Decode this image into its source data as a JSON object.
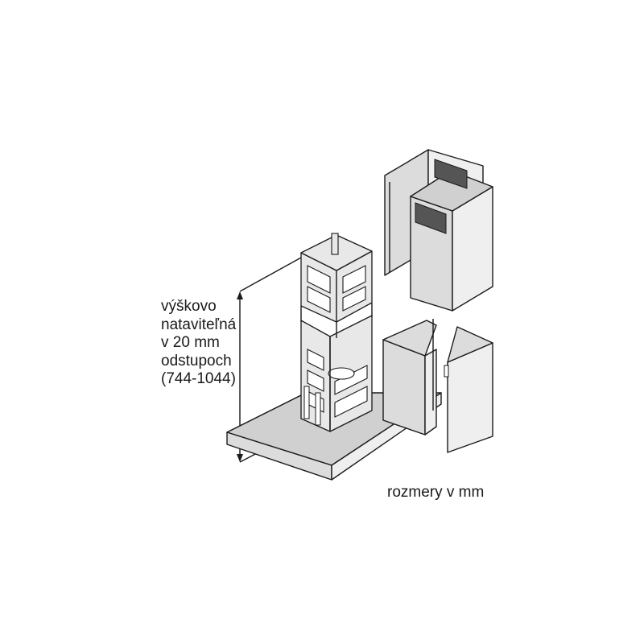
{
  "labels": {
    "height_adjust": {
      "line1": "výškovo",
      "line2": "nataviteľná",
      "line3": "v 20 mm",
      "line4": "odstupoch",
      "line5": "(744-1044)"
    },
    "units": "rozmery v mm"
  }
}
